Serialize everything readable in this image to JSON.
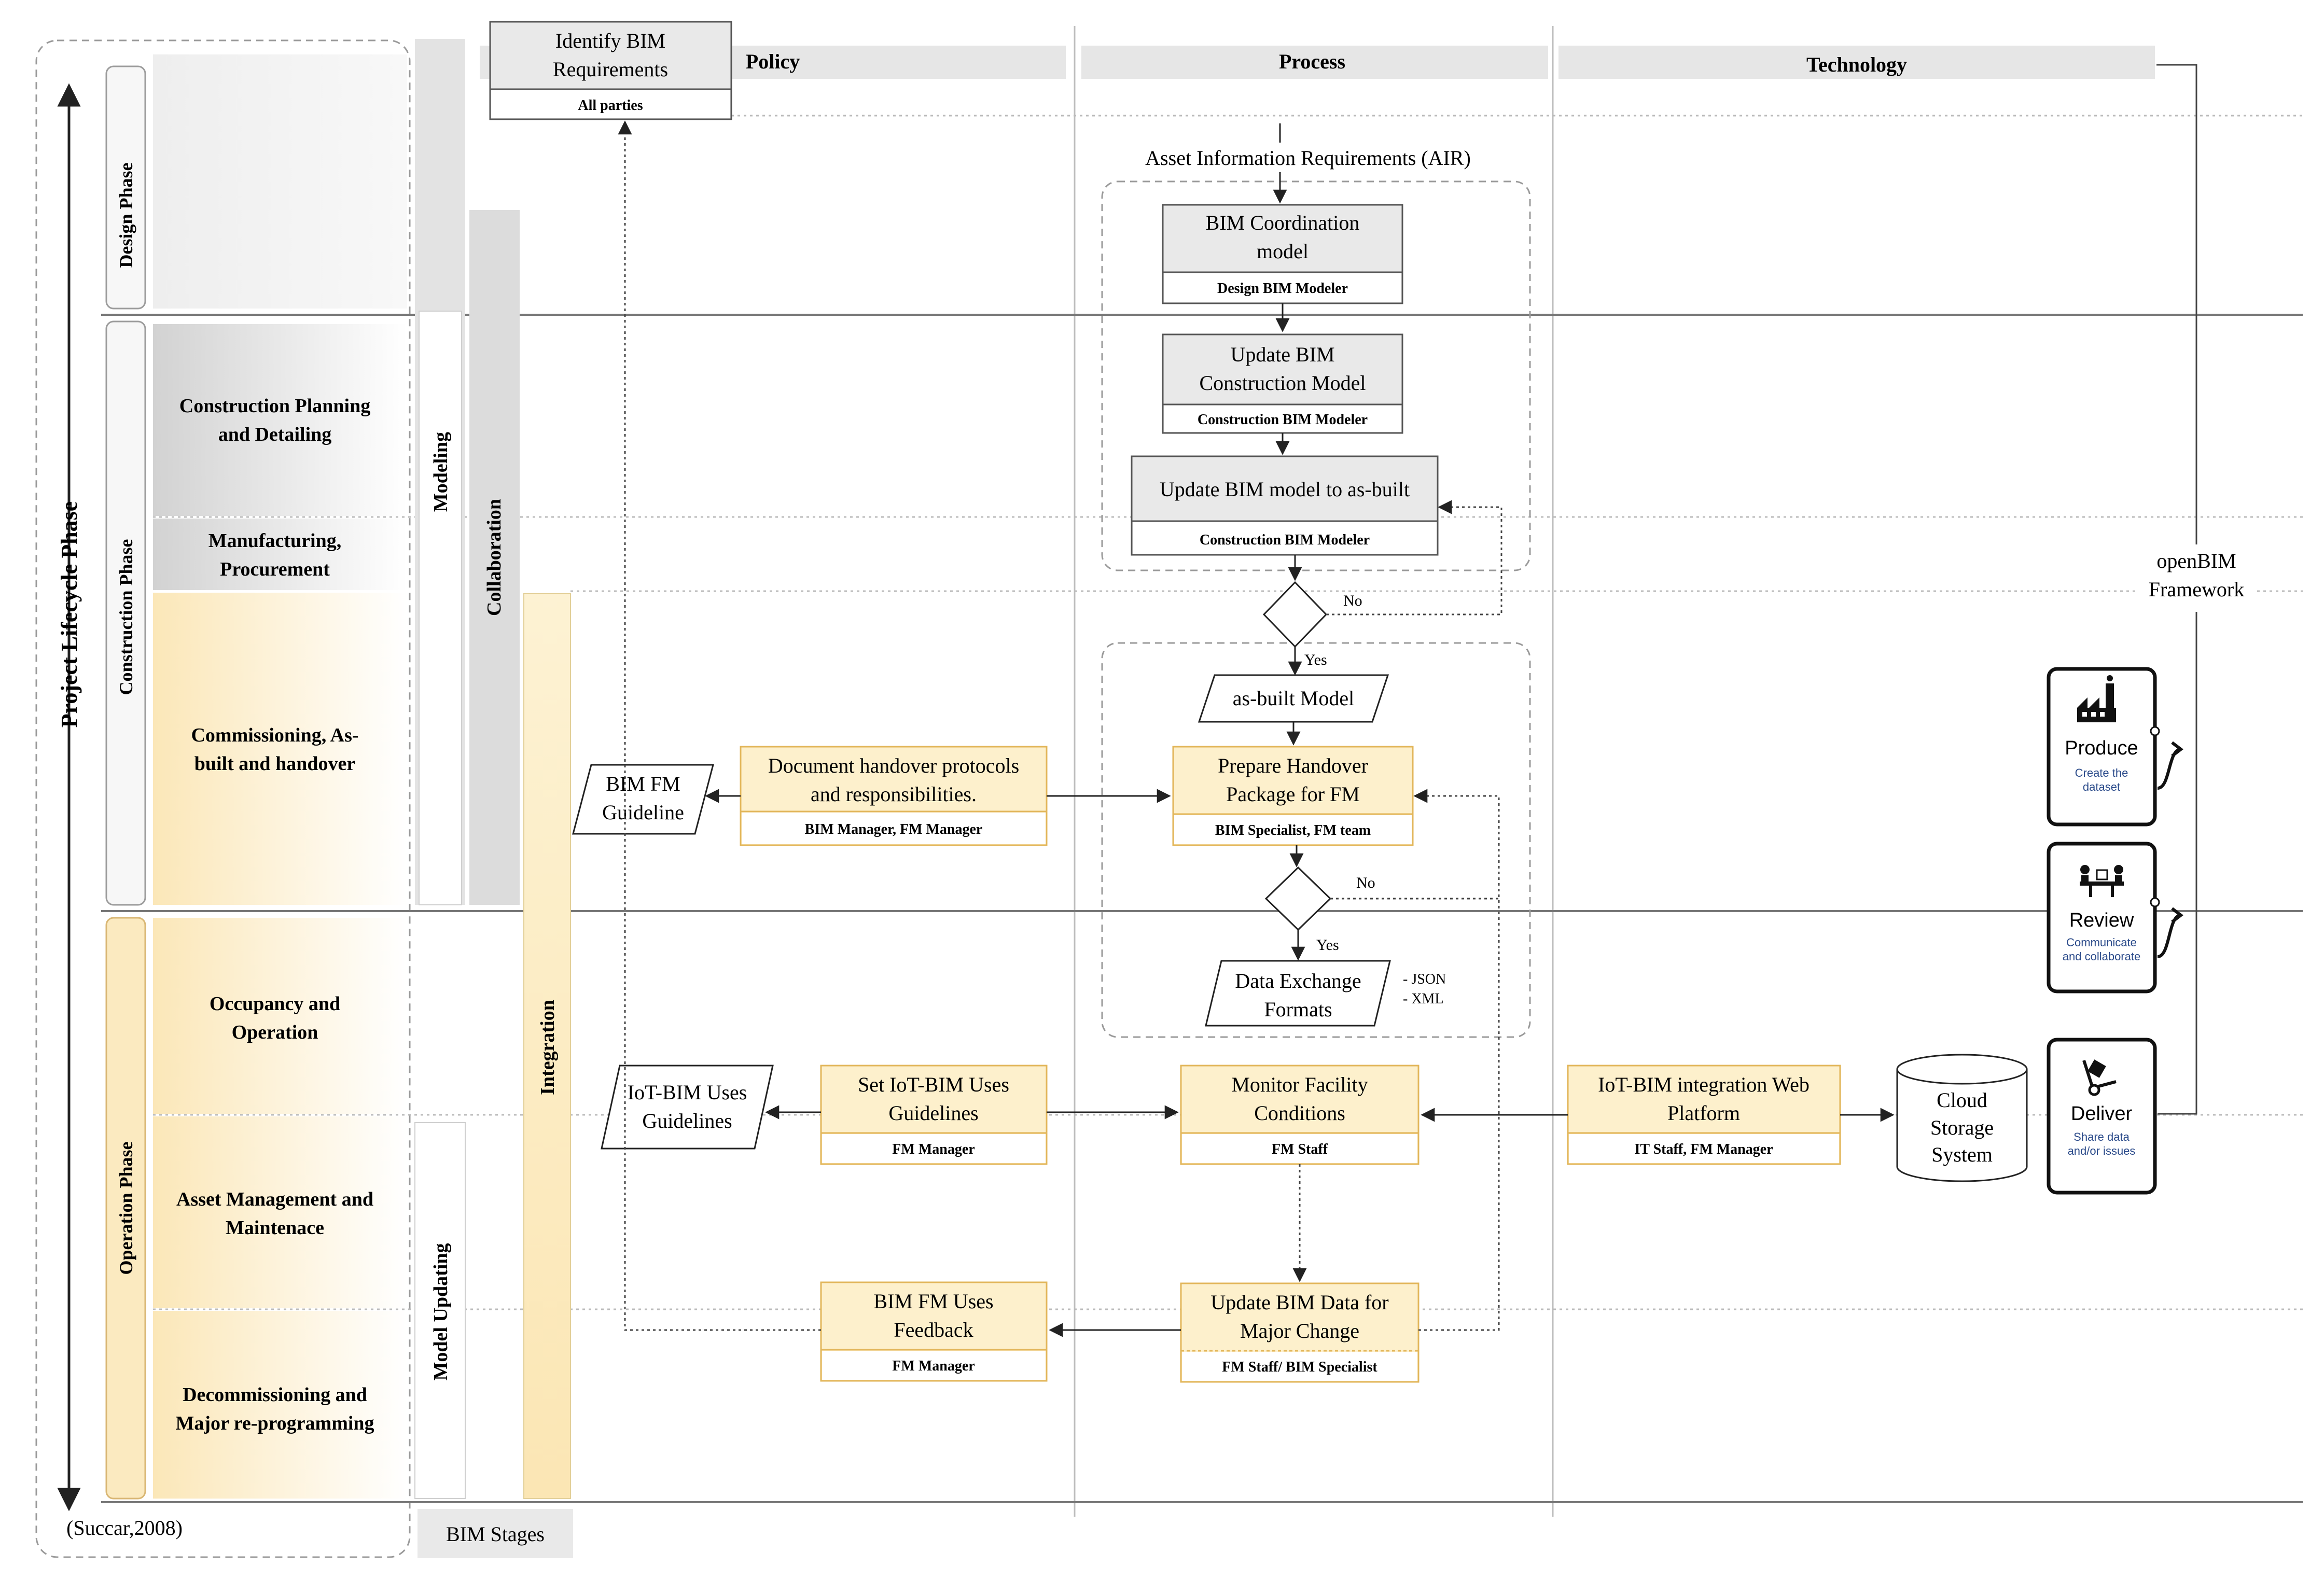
{
  "columns": {
    "policy": "Policy",
    "process": "Process",
    "technology": "Technology"
  },
  "lifecycle": {
    "title": "Project Lifecycle Phase",
    "phases": [
      "Design Phase",
      "Construction Phase",
      "Operation Phase"
    ],
    "stages": [
      [
        "Construction Planning",
        "and Detailing"
      ],
      [
        "Manufacturing,",
        "Procurement"
      ],
      [
        "Commissioning, As-",
        "built and handover"
      ],
      [
        "Occupancy and",
        "Operation"
      ],
      [
        "Asset Management and",
        "Maintenace"
      ],
      [
        "Decommissioning and",
        "Major re-programming"
      ]
    ],
    "citation": "(Succar,2008)"
  },
  "bim_stages": {
    "label": "BIM Stages",
    "modeling": "Modeling",
    "collaboration": "Collaboration",
    "integration": "Integration",
    "model_updating": "Model Updating"
  },
  "policy": {
    "identify": {
      "title": [
        "Identify BIM",
        "Requirements"
      ],
      "role": "All parties"
    },
    "bim_fm_guideline": [
      "BIM FM",
      "Guideline"
    ],
    "handover_doc": {
      "title": [
        "Document handover protocols",
        "and responsibilities."
      ],
      "role": "BIM Manager, FM Manager"
    },
    "iot_guidelines": [
      "IoT-BIM Uses",
      "Guidelines"
    ],
    "set_iot": {
      "title": [
        "Set IoT-BIM Uses",
        "Guidelines"
      ],
      "role": "FM Manager"
    },
    "fm_feedback": {
      "title": [
        "BIM FM Uses",
        "Feedback"
      ],
      "role": "FM Manager"
    }
  },
  "process": {
    "air": "Asset Information Requirements (AIR)",
    "coordination": {
      "title": [
        "BIM Coordination",
        "model"
      ],
      "role": "Design BIM Modeler"
    },
    "update_construction": {
      "title": [
        "Update BIM",
        "Construction Model"
      ],
      "role": "Construction BIM Modeler"
    },
    "as_built": {
      "title": "Update BIM model to as-built",
      "role": "Construction BIM Modeler"
    },
    "no1": "No",
    "yes1": "Yes",
    "as_built_model": "as-built Model",
    "handover": {
      "title": [
        "Prepare Handover",
        "Package for FM"
      ],
      "role": "BIM Specialist, FM team"
    },
    "no2": "No",
    "yes2": "Yes",
    "exchange": [
      "Data Exchange",
      "Formats"
    ],
    "formats": [
      "- JSON",
      "- XML"
    ],
    "monitor": {
      "title": [
        "Monitor Facility",
        "Conditions"
      ],
      "role": "FM Staff"
    },
    "update_major": {
      "title": [
        "Update BIM Data for",
        "Major Change"
      ],
      "role": "FM Staff/ BIM Specialist"
    }
  },
  "technology": {
    "web_platform": {
      "title": [
        "IoT-BIM integration Web",
        "Platform"
      ],
      "role": "IT Staff, FM Manager"
    },
    "cloud": [
      "Cloud",
      "Storage",
      "System"
    ],
    "openbim": [
      "openBIM",
      "Framework"
    ],
    "produce": {
      "title": "Produce",
      "desc": [
        "Create the",
        "dataset"
      ]
    },
    "review": {
      "title": "Review",
      "desc": [
        "Communicate",
        "and collaborate"
      ]
    },
    "deliver": {
      "title": "Deliver",
      "desc": [
        "Share data",
        "and/or issues"
      ]
    }
  },
  "colors": {
    "gray_box": "#e9e9e9",
    "yellow_box": "#fdf0cc",
    "box_border": "#555555",
    "yellow_border": "#e2b65a",
    "band_gray": "#e3e3e3"
  }
}
